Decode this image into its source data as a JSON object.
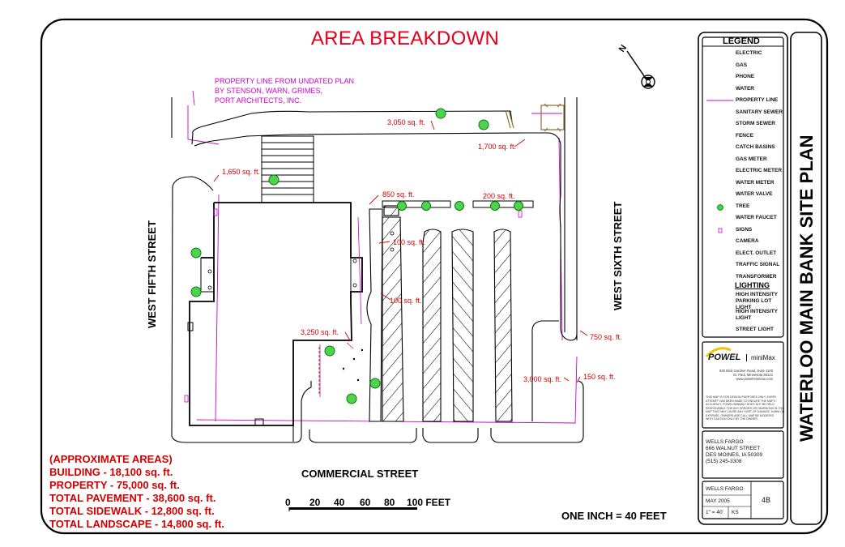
{
  "title": "AREA BREAKDOWN",
  "property_line_note": [
    "PROPERTY LINE FROM UNDATED PLAN",
    "BY STENSON, WARN, GRIMES,",
    "PORT ARCHITECTS, INC."
  ],
  "streets": {
    "west_fifth": "WEST FIFTH STREET",
    "west_sixth": "WEST SIXTH STREET",
    "commercial": "COMMERCIAL STREET"
  },
  "areas": {
    "a3050": "3,050 sq. ft.",
    "a1700": "1,700 sq. ft.",
    "a1650": "1,650 sq. ft.",
    "a850": "850 sq. ft.",
    "a200": "200 sq. ft.",
    "a100a": "100 sq. ft.",
    "a100b": "100 sq. ft.",
    "a3250": "3,250 sq. ft.",
    "a750": "750 sq. ft.",
    "a150": "150 sq. ft.",
    "a3000": "3,000 sq. ft."
  },
  "summary": {
    "heading": "(APPROXIMATE AREAS)",
    "building": "BUILDING - 18,100 sq. ft.",
    "property": "PROPERTY - 75,000 sq. ft.",
    "pavement": "TOTAL PAVEMENT - 38,600 sq. ft.",
    "sidewalk": "TOTAL SIDEWALK - 12,800 sq. ft.",
    "landscape": "TOTAL LANDSCAPE - 14,800 sq. ft."
  },
  "scale": {
    "ticks": [
      "0",
      "20",
      "40",
      "60",
      "80",
      "100 FEET"
    ],
    "note": "ONE INCH = 40 FEET"
  },
  "north_arrow_label": "N",
  "legend": {
    "title": "LEGEND",
    "items": [
      "ELECTRIC",
      "GAS",
      "PHONE",
      "WATER",
      "PROPERTY LINE",
      "SANITARY SEWER",
      "STORM SEWER",
      "FENCE",
      "CATCH BASINS",
      "GAS METER",
      "ELECTRIC METER",
      "WATER METER",
      "WATER VALVE",
      "TREE",
      "WATER FAUCET",
      "SIGNS",
      "CAMERA",
      "ELECT. OUTLET",
      "TRAFFIC SIGNAL",
      "TRANSFORMER"
    ],
    "lighting_title": "LIGHTING",
    "lighting_items": [
      "HIGH INTENSITY PARKING LOT LIGHT",
      "HIGH INTENSITY LIGHT",
      "STREET LIGHT"
    ]
  },
  "sheet_title": "WATERLOO MAIN BANK SITE PLAN",
  "title_block": {
    "company": "POWEL",
    "product": "miniMax",
    "address_lines": [
      "930 Blvd Gardner Road, Suite 1100",
      "St. Paul, Minnesota 55121",
      "www.powelminimax.com"
    ],
    "disclaimer": [
      "THIS MAP IS FOR DESIGN PURPOSES ONLY. EVERY",
      "ATTEMPT HAS BEEN MADE TO ENSURE THE MAP'S",
      "ACCURACY. POWEL/MINIMAX DOES NOT BE HELD",
      "RESPONSIBLE FOR ANY ERRORS OR OMISSIONS IN THIS",
      "MAP THAT MAY CAUSE ANY SORT OF DAMAGE, HARM OR",
      "EXPENSE. OWNERS ARE CALL MAP BE MODIFIED",
      "WITH CAUTION ONLY BY THE OWNER."
    ],
    "client_lines": [
      "WELLS FARGO",
      "666 WALNUT STREET",
      "DES MOINES, IA 50309",
      "(515) 245-3308"
    ],
    "project": "WELLS FARGO",
    "date": "MAY 2005",
    "scale": "1\" = 40'",
    "drawn_by": "KS",
    "sheet": "4B"
  }
}
